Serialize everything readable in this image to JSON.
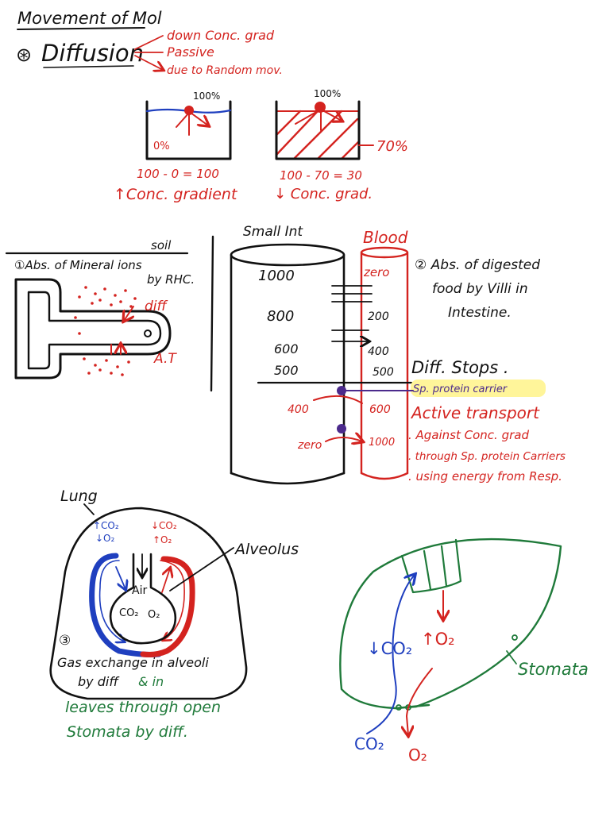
{
  "colors": {
    "ink": "#111111",
    "red": "#d4231f",
    "blue": "#1f3fbf",
    "green": "#1f7a3a",
    "purple": "#4b2a8c",
    "highlight": "#fff59a"
  },
  "header": {
    "title": "Movement of Mol",
    "topic": "Diffusion",
    "bullet": "⊛",
    "points": [
      "down Conc. grad",
      "Passive",
      "due to Random mov."
    ]
  },
  "beakers": {
    "left": {
      "top_label": "100%",
      "bottom_label": "0%",
      "calc": "100 - 0 = 100",
      "result": "↑Conc. gradient"
    },
    "right": {
      "top_label": "100%",
      "side_label": "70%",
      "calc": "100 - 70 = 30",
      "result": "↓ Conc. grad."
    }
  },
  "minerals": {
    "soil_label": "soil",
    "title_line1": "①Abs. of Mineral ions",
    "title_line2": "by RHC.",
    "diff_label": "diff",
    "at_label": "A.T"
  },
  "intestine": {
    "small_int_label": "Small Int",
    "blood_label": "Blood",
    "int_levels": [
      "1000",
      "800",
      "600",
      "500"
    ],
    "blood_levels": [
      "zero",
      "200",
      "400",
      "500"
    ],
    "lower_int_levels": [
      "400",
      "zero"
    ],
    "lower_blood_levels": [
      "600",
      "1000"
    ],
    "note_line1": "② Abs. of digested",
    "note_line2": "food by Villi in",
    "note_line3": "Intestine.",
    "diff_stops": "Diff. Stops .",
    "carrier": "Sp. protein carrier",
    "active_transport": "Active transport",
    "points": [
      ". Against Conc. grad",
      ". through Sp. protein Carriers",
      ". using energy from Resp."
    ]
  },
  "lung": {
    "lung_label": "Lung",
    "alveolus_label": "Alveolus",
    "air_label": "Air",
    "co2": "CO₂",
    "o2": "O₂",
    "up_co2": "↑CO₂",
    "down_o2": "↓O₂",
    "down_co2": "↓CO₂",
    "up_o2": "↑O₂",
    "number": "③",
    "caption_line1": "Gas exchange in alveoli",
    "caption_line2": "by diff",
    "caption_amp": "& in",
    "leaves_line1": "leaves through open",
    "leaves_line2": "Stomata by diff."
  },
  "leaf": {
    "stomata_label": "Stomata",
    "co2_down": "↓CO₂",
    "o2_up": "↑O₂",
    "co2_in": "CO₂",
    "o2_out": "O₂"
  }
}
